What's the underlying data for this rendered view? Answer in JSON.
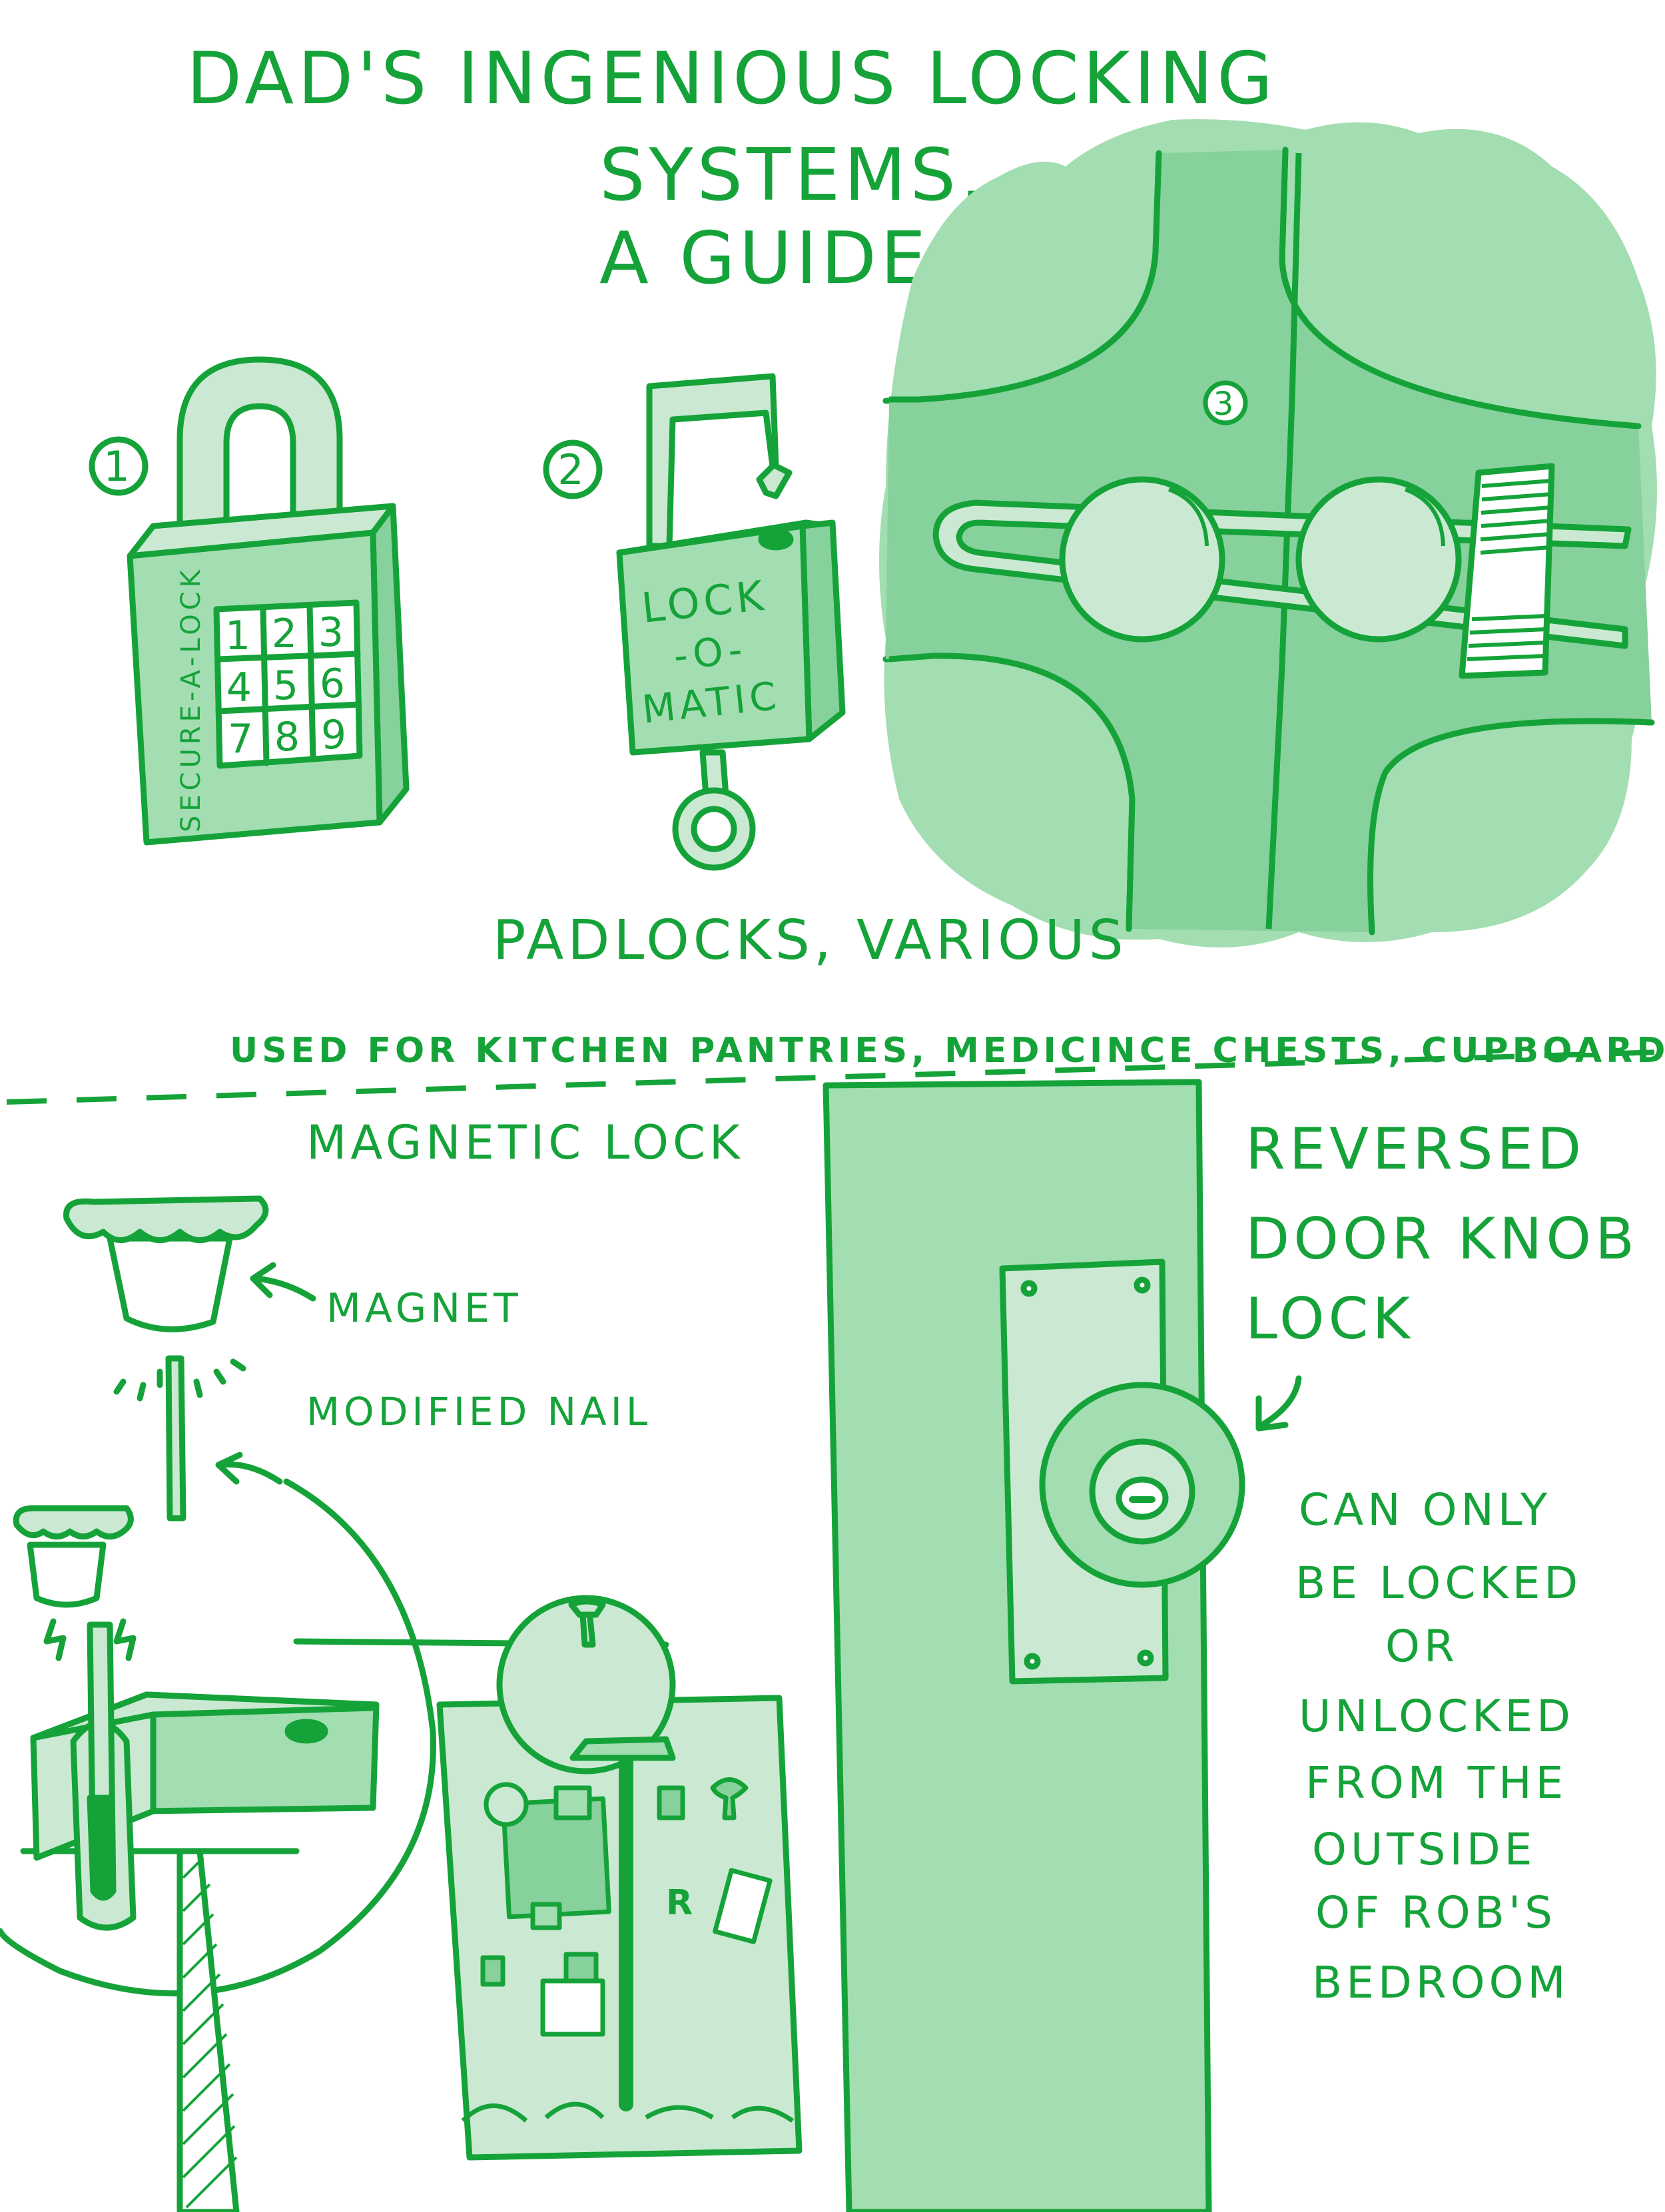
{
  "title": {
    "line1": "DAD'S INGENIOUS LOCKING",
    "line2": "SYSTEMS,",
    "line3": "A GUIDE:"
  },
  "padlocks": {
    "lock1": {
      "number": "1",
      "brand": "SECURE-A-LOCK",
      "keypad": [
        "1",
        "2",
        "3",
        "4",
        "5",
        "6",
        "7",
        "8",
        "9"
      ]
    },
    "lock2": {
      "number": "2",
      "label_line1": "LOCK",
      "label_line2": "-O-",
      "label_line3": "MATIC"
    },
    "lock3": {
      "number": "3"
    },
    "caption": "PADLOCKS, VARIOUS",
    "usage": "USED FOR KITCHEN PANTRIES, MEDICINCE CHESTS, CUPBOARDS"
  },
  "magnetic_lock": {
    "heading": "MAGNETIC LOCK",
    "magnet_label": "MAGNET",
    "nail_label": "MODIFIED NAIL",
    "fridge_letter": "R"
  },
  "door_lock": {
    "heading_line1": "REVERSED",
    "heading_line2": "DOOR KNOB",
    "heading_line3": "LOCK",
    "note": [
      "CAN ONLY",
      "BE LOCKED",
      "OR",
      "UNLOCKED",
      "FROM THE",
      "OUTSIDE",
      "OF ROB'S",
      "BEDROOM"
    ]
  },
  "colors": {
    "ink": "#15a339",
    "light_fill": "#cbe9d2",
    "mid_fill": "#a3ddb2",
    "dark_fill": "#86d19c",
    "paper": "#ffffff"
  }
}
